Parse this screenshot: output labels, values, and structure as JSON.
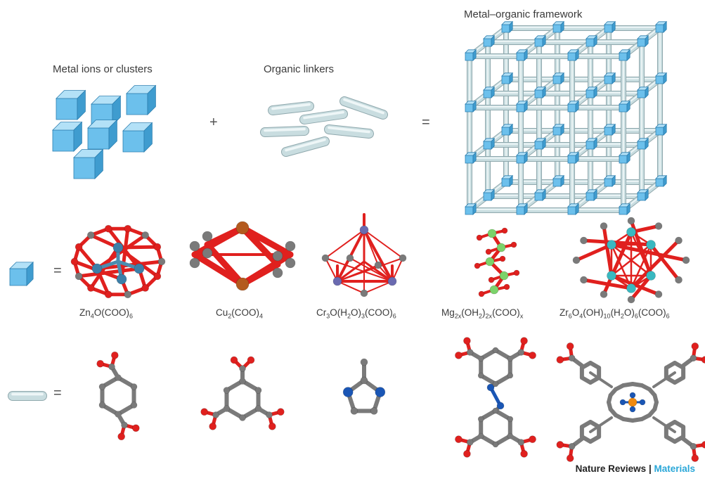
{
  "top": {
    "metal_label": "Metal ions or clusters",
    "linker_label": "Organic linkers",
    "framework_label": "Metal–organic framework",
    "plus": "+",
    "equals": "="
  },
  "clusters": {
    "equals": "=",
    "formulas": [
      [
        {
          "t": "Zn"
        },
        {
          "s": "4"
        },
        {
          "t": "O(COO)"
        },
        {
          "s": "6"
        }
      ],
      [
        {
          "t": "Cu"
        },
        {
          "s": "2"
        },
        {
          "t": "(COO)"
        },
        {
          "s": "4"
        }
      ],
      [
        {
          "t": "Cr"
        },
        {
          "s": "3"
        },
        {
          "t": "O(H"
        },
        {
          "s": "2"
        },
        {
          "t": "O)"
        },
        {
          "s": "3"
        },
        {
          "t": "(COO)"
        },
        {
          "s": "6"
        }
      ],
      [
        {
          "t": "Mg"
        },
        {
          "s": "2x"
        },
        {
          "t": "(OH"
        },
        {
          "s": "2"
        },
        {
          "t": ")"
        },
        {
          "s": "2x"
        },
        {
          "t": "(COO)"
        },
        {
          "s": "x"
        }
      ],
      [
        {
          "t": "Zr"
        },
        {
          "s": "6"
        },
        {
          "t": "O"
        },
        {
          "s": "4"
        },
        {
          "t": "(OH)"
        },
        {
          "s": "10"
        },
        {
          "t": "(H"
        },
        {
          "s": "2"
        },
        {
          "t": "O)"
        },
        {
          "s": "6"
        },
        {
          "t": "(COO)"
        },
        {
          "s": "6"
        }
      ]
    ]
  },
  "linkers": {
    "equals": "="
  },
  "footer": {
    "journal": "Nature Reviews",
    "separator": " | ",
    "section": "Materials"
  },
  "colors": {
    "cube_front": "#6cc0ec",
    "cube_top": "#b3e1f7",
    "cube_side": "#3f9ccf",
    "rod": "#c9dde0",
    "rod_edge": "#8fa8ad",
    "carbon": "#7a7a7a",
    "oxygen": "#e0201e",
    "nitrogen": "#1a56b5",
    "zinc": "#3d7fa8",
    "copper": "#b45a1e",
    "chromium": "#6a6ab0",
    "magnesium": "#7cd36a",
    "zirconium": "#39b8c0",
    "iron": "#f08a10"
  }
}
